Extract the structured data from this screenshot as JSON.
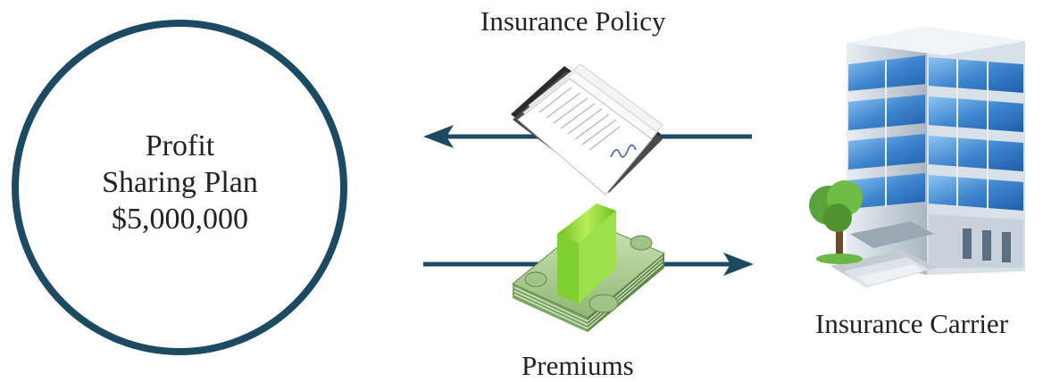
{
  "plan": {
    "line1": "Profit",
    "line2": "Sharing Plan",
    "amount": "$5,000,000"
  },
  "labels": {
    "policy": "Insurance Policy",
    "premiums": "Premiums",
    "carrier": "Insurance Carrier"
  },
  "colors": {
    "accent": "#1c4a63",
    "glass": "#4a8fd0",
    "money": "#8fb873",
    "band": "#8fd63a",
    "tree": "#5aa33a"
  },
  "icons": {
    "policy": "document-folder-icon",
    "premiums": "money-stack-icon",
    "carrier": "office-building-icon"
  }
}
